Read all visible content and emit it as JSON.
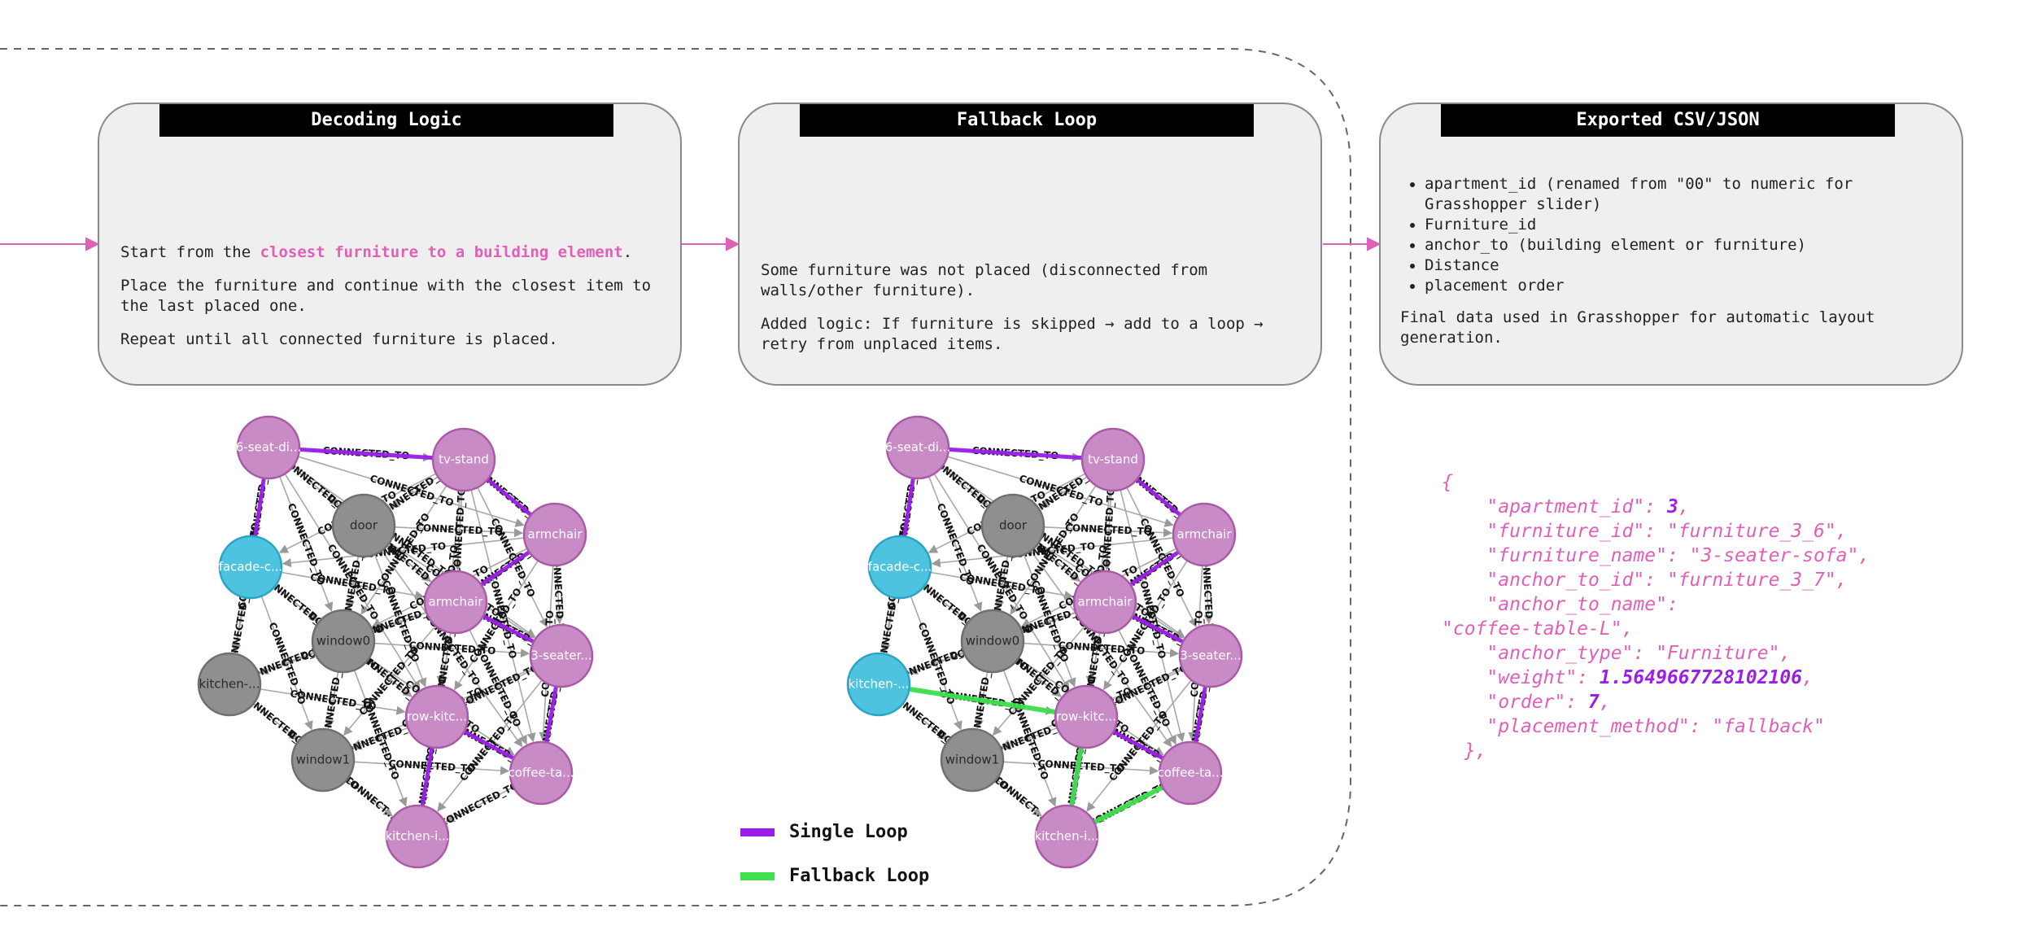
{
  "cards": [
    {
      "title": "Decoding Logic",
      "p1_prefix": "Start from the ",
      "p1_highlight": "closest furniture to a building element",
      "p1_suffix": ".",
      "p2": "Place the furniture and continue with the closest item to the last placed one.",
      "p3": "Repeat until all connected furniture is placed."
    },
    {
      "title": "Fallback Loop",
      "p1": "Some furniture was not placed (disconnected from walls/other furniture).",
      "p2": "Added logic: If furniture is skipped → add to a loop → retry from unplaced items."
    },
    {
      "title": "Exported CSV/JSON",
      "bullets": [
        "apartment_id (renamed from \"00\" to numeric for Grasshopper slider)",
        "Furniture_id",
        "anchor_to (building element or furniture)",
        "Distance",
        "placement order"
      ],
      "footer": "Final data used in Grasshopper for automatic layout generation."
    }
  ],
  "graph_nodes": [
    {
      "label": "6-seat-di...",
      "type": "furniture"
    },
    {
      "label": "tv-stand",
      "type": "furniture"
    },
    {
      "label": "door",
      "type": "building"
    },
    {
      "label": "armchair",
      "type": "furniture"
    },
    {
      "label": "facade-c...",
      "type": "facade"
    },
    {
      "label": "armchair",
      "type": "furniture"
    },
    {
      "label": "window0",
      "type": "building"
    },
    {
      "label": "3-seater...",
      "type": "furniture"
    },
    {
      "label": "kitchen-...",
      "type": "building"
    },
    {
      "label": "row-kitc...",
      "type": "furniture"
    },
    {
      "label": "window1",
      "type": "building"
    },
    {
      "label": "coffee-ta...",
      "type": "furniture"
    },
    {
      "label": "kitchen-i...",
      "type": "furniture"
    }
  ],
  "edge_label": "CONNECTED_TO",
  "edge_label_short": "CONNECT...",
  "legend": [
    {
      "label": "Single Loop",
      "color": "#9b1fe8"
    },
    {
      "label": "Fallback Loop",
      "color": "#3ee04e"
    }
  ],
  "json_sample": {
    "open": "{",
    "lines": [
      {
        "key": "\"apartment_id\": ",
        "value": "3",
        "numeric": true,
        "tail": ","
      },
      {
        "key": "\"furniture_id\": ",
        "value": "\"furniture_3_6\"",
        "numeric": false,
        "tail": ","
      },
      {
        "key": "\"furniture_name\": ",
        "value": "\"3-seater-sofa\"",
        "numeric": false,
        "tail": ","
      },
      {
        "key": "\"anchor_to_id\": ",
        "value": "\"furniture_3_7\"",
        "numeric": false,
        "tail": ","
      },
      {
        "key": "\"anchor_to_name\": ",
        "value": "",
        "numeric": false,
        "tail": ""
      },
      {
        "key": "",
        "value": "\"coffee-table-L\"",
        "numeric": false,
        "tail": ",",
        "noindent": true
      },
      {
        "key": "\"anchor_type\": ",
        "value": "\"Furniture\"",
        "numeric": false,
        "tail": ","
      },
      {
        "key": "\"weight\": ",
        "value": "1.5649667728102106",
        "numeric": true,
        "tail": ","
      },
      {
        "key": "\"order\": ",
        "value": "7",
        "numeric": true,
        "tail": ","
      },
      {
        "key": "\"placement_method\": ",
        "value": "\"fallback\"",
        "numeric": false,
        "tail": ""
      }
    ],
    "close": "},"
  },
  "colors": {
    "furniture": "#c98bc6",
    "furniture_stroke": "#a95aa6",
    "building": "#8f8f8f",
    "building_stroke": "#6f6f6f",
    "facade": "#4ec3e0",
    "facade_stroke": "#2aa4c4",
    "accent": "#e060b8",
    "single_loop": "#9b1fe8",
    "fallback_loop": "#3ee04e"
  }
}
